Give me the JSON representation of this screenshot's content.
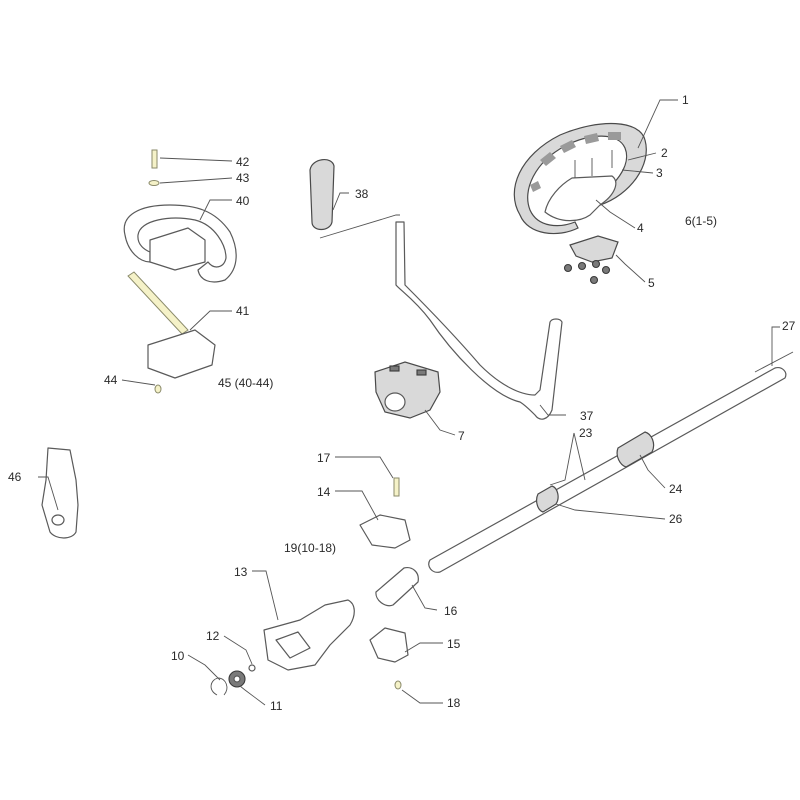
{
  "callouts": {
    "c1": "1",
    "c2": "2",
    "c3": "3",
    "c4": "4",
    "c5": "5",
    "c6": "6(1-5)",
    "c7": "7",
    "c10": "10",
    "c11": "11",
    "c12": "12",
    "c13": "13",
    "c14": "14",
    "c15": "15",
    "c16": "16",
    "c17": "17",
    "c18": "18",
    "c19": "19(10-18)",
    "c23": "23",
    "c24": "24",
    "c26": "26",
    "c27": "27",
    "c37": "37",
    "c38": "38",
    "c40": "40",
    "c41": "41",
    "c42": "42",
    "c43": "43",
    "c44": "44",
    "c45": "45 (40-44)",
    "c46": "46"
  },
  "colors": {
    "outline": "#5a5a5a",
    "part_fill": "#ffffff",
    "grip_fill": "#d9d9d9",
    "hardware_highlight": "#f5f2c8"
  }
}
